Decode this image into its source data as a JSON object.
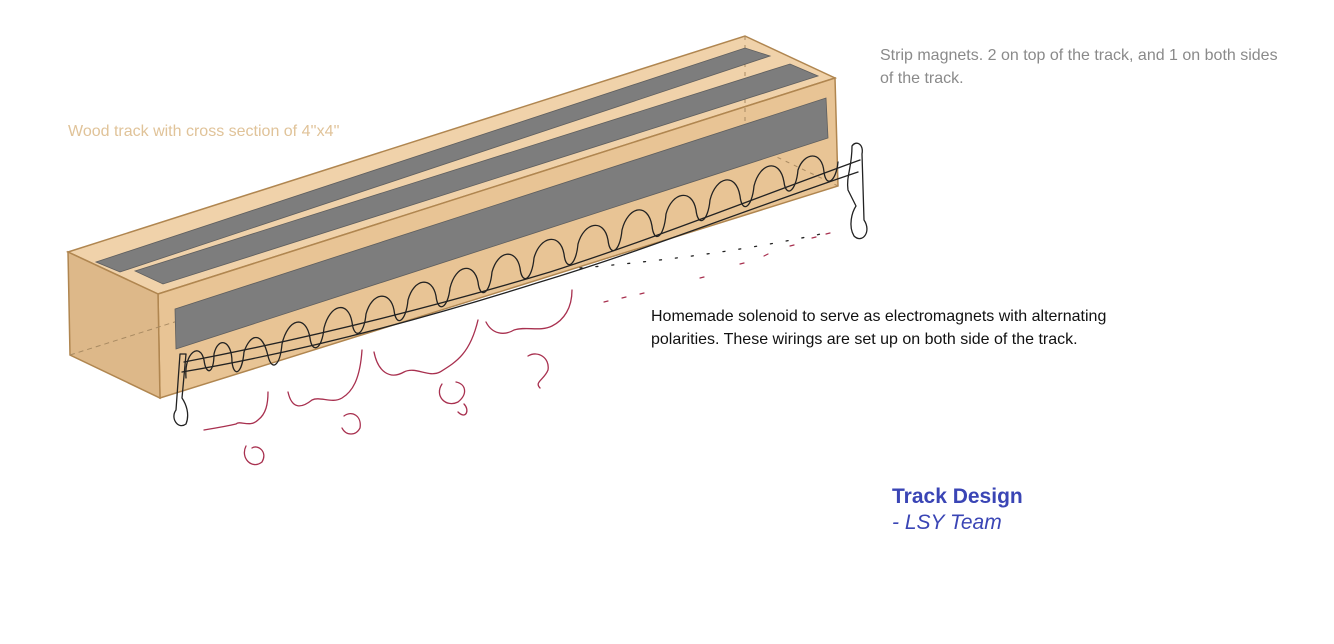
{
  "labels": {
    "wood_track": "Wood track with cross section of 4''x4''",
    "strip_magnets": "Strip magnets. 2 on top of the track, and 1 on both sides of the track.",
    "solenoid": "Homemade solenoid to serve as electromagnets with alternating polarities. These wirings are set up on both side of the track."
  },
  "title": {
    "main": "Track Design",
    "sub": "- LSY Team"
  },
  "colors": {
    "wood_top": "#f0d2aa",
    "wood_front": "#e8c495",
    "wood_end": "#ddb889",
    "wood_outline": "#b08650",
    "magnet": "#7d7d7d",
    "coil_ink": "#222222",
    "polarity_ink": "#a8304f",
    "wood_label": "#e0c399",
    "magnet_label": "#8a8a8a",
    "title": "#3a45b5"
  }
}
